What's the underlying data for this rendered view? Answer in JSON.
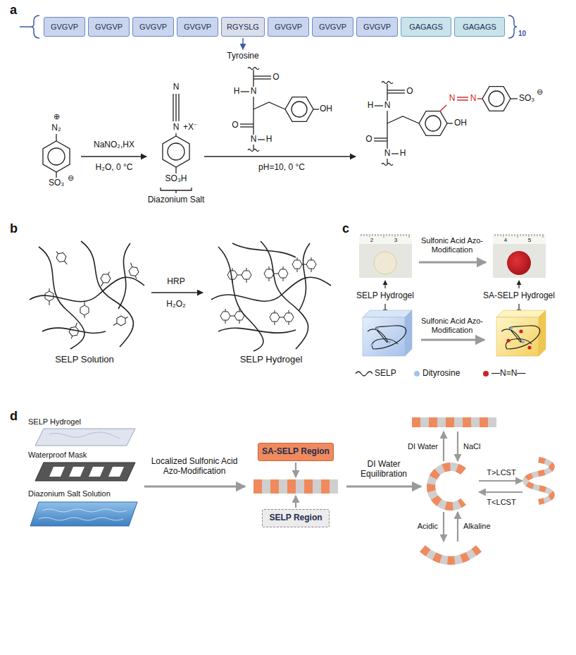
{
  "diagram": {
    "nodes": [
      {
        "text": [
          "GVGVP"
        ]
      },
      {
        "text": [
          "GVGVP"
        ]
      },
      {
        "text": [
          "GVGVP"
        ]
      },
      {
        "text": [
          "GVGVP"
        ]
      },
      {
        "text": [
          "RGYSLG"
        ]
      },
      {
        "text": [
          "GVGVP"
        ]
      },
      {
        "text": [
          "GVGVP"
        ]
      },
      {
        "text": [
          "GVGVP"
        ]
      },
      {
        "text": [
          "GAGAGS"
        ]
      },
      {
        "text": [
          "GAGAGS"
        ]
      },
      {
        "text": [
          "SA-SELP Region"
        ]
      },
      {
        "text": [
          "SELP Region"
        ]
      }
    ],
    "labels": [
      "a",
      "10",
      "Tyrosine",
      "⊕",
      "N₂",
      "SO₃",
      "⊖",
      "NaNO₂,HX",
      "H₂O, 0 °C",
      "N",
      "N",
      "+X⁻",
      "SO₃H",
      "Diazonium Salt",
      "H",
      "N",
      "O",
      "O",
      "N",
      "H",
      "OH",
      "pH=10, 0 °C",
      "H",
      "N",
      "O",
      "O",
      "N",
      "H",
      "OH",
      "N",
      "N",
      "SO₃",
      "⊖",
      "b",
      "HRP",
      "H₂O₂",
      "SELP Solution",
      "SELP Hydrogel",
      "c",
      "2",
      "3",
      "4",
      "5",
      "Sulfonic Acid Azo-Modification",
      "SELP Hydrogel",
      "SA-SELP Hydrogel",
      "Sulfonic Acid Azo-Modification",
      "d",
      "SELP Hydrogel",
      "Waterproof Mask",
      "Diazonium Salt Solution",
      "Localized Sulfonic Acid Azo-Modification",
      "DI Water Equilibration",
      "DI Water",
      "NaCl",
      "T>LCST",
      "T<LCST",
      "Acidic",
      "Alkaline"
    ],
    "legend": [
      {
        "text": "SELP"
      },
      {
        "text": "Dityrosine"
      },
      {
        "text": "—N=N—"
      }
    ]
  }
}
